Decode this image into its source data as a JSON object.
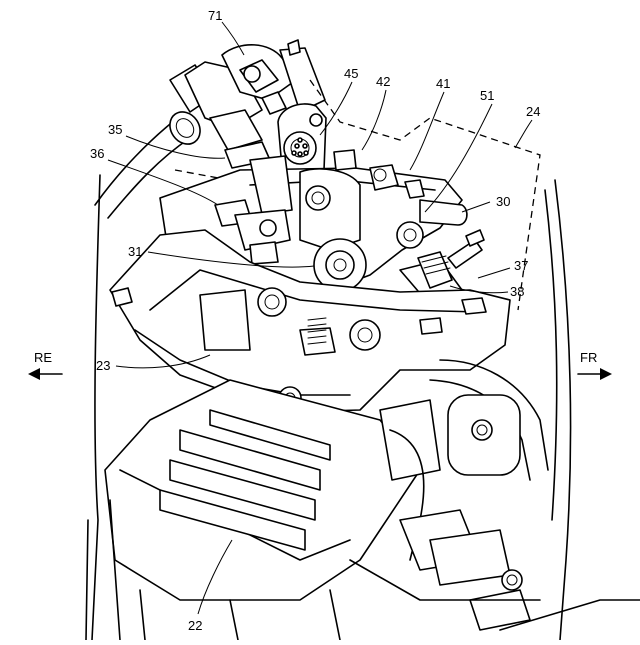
{
  "figure": {
    "direction_left": "RE",
    "direction_right": "FR",
    "labels": [
      "71",
      "45",
      "42",
      "41",
      "51",
      "24",
      "35",
      "36",
      "30",
      "31",
      "37",
      "38",
      "23",
      "22"
    ]
  }
}
